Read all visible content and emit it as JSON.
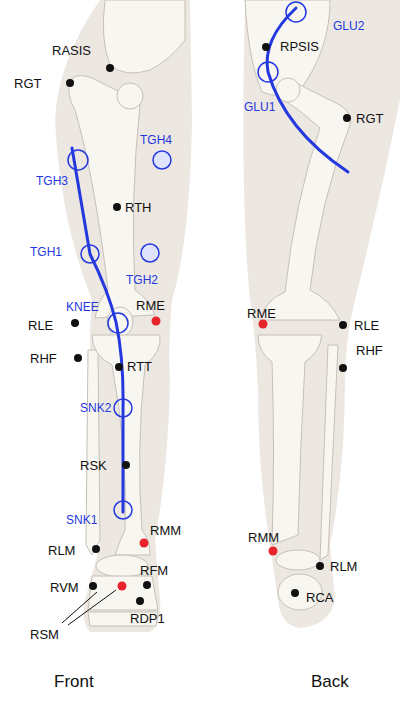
{
  "diagram": {
    "labels": [
      "RASIS",
      "RGT",
      "TGH4",
      "TGH3",
      "RTH",
      "TGH1",
      "TGH2",
      "KNEE",
      "RME",
      "RLE",
      "RHF",
      "RTT",
      "SNK2",
      "RSK",
      "SNK1",
      "RMM",
      "RLM",
      "RFM",
      "RVM",
      "RDP1",
      "RSM",
      "Front",
      "GLU2",
      "RPSIS",
      "GLU1",
      "RGT",
      "RME",
      "RLE",
      "RHF",
      "RMM",
      "RLM",
      "RCA",
      "Back"
    ]
  }
}
